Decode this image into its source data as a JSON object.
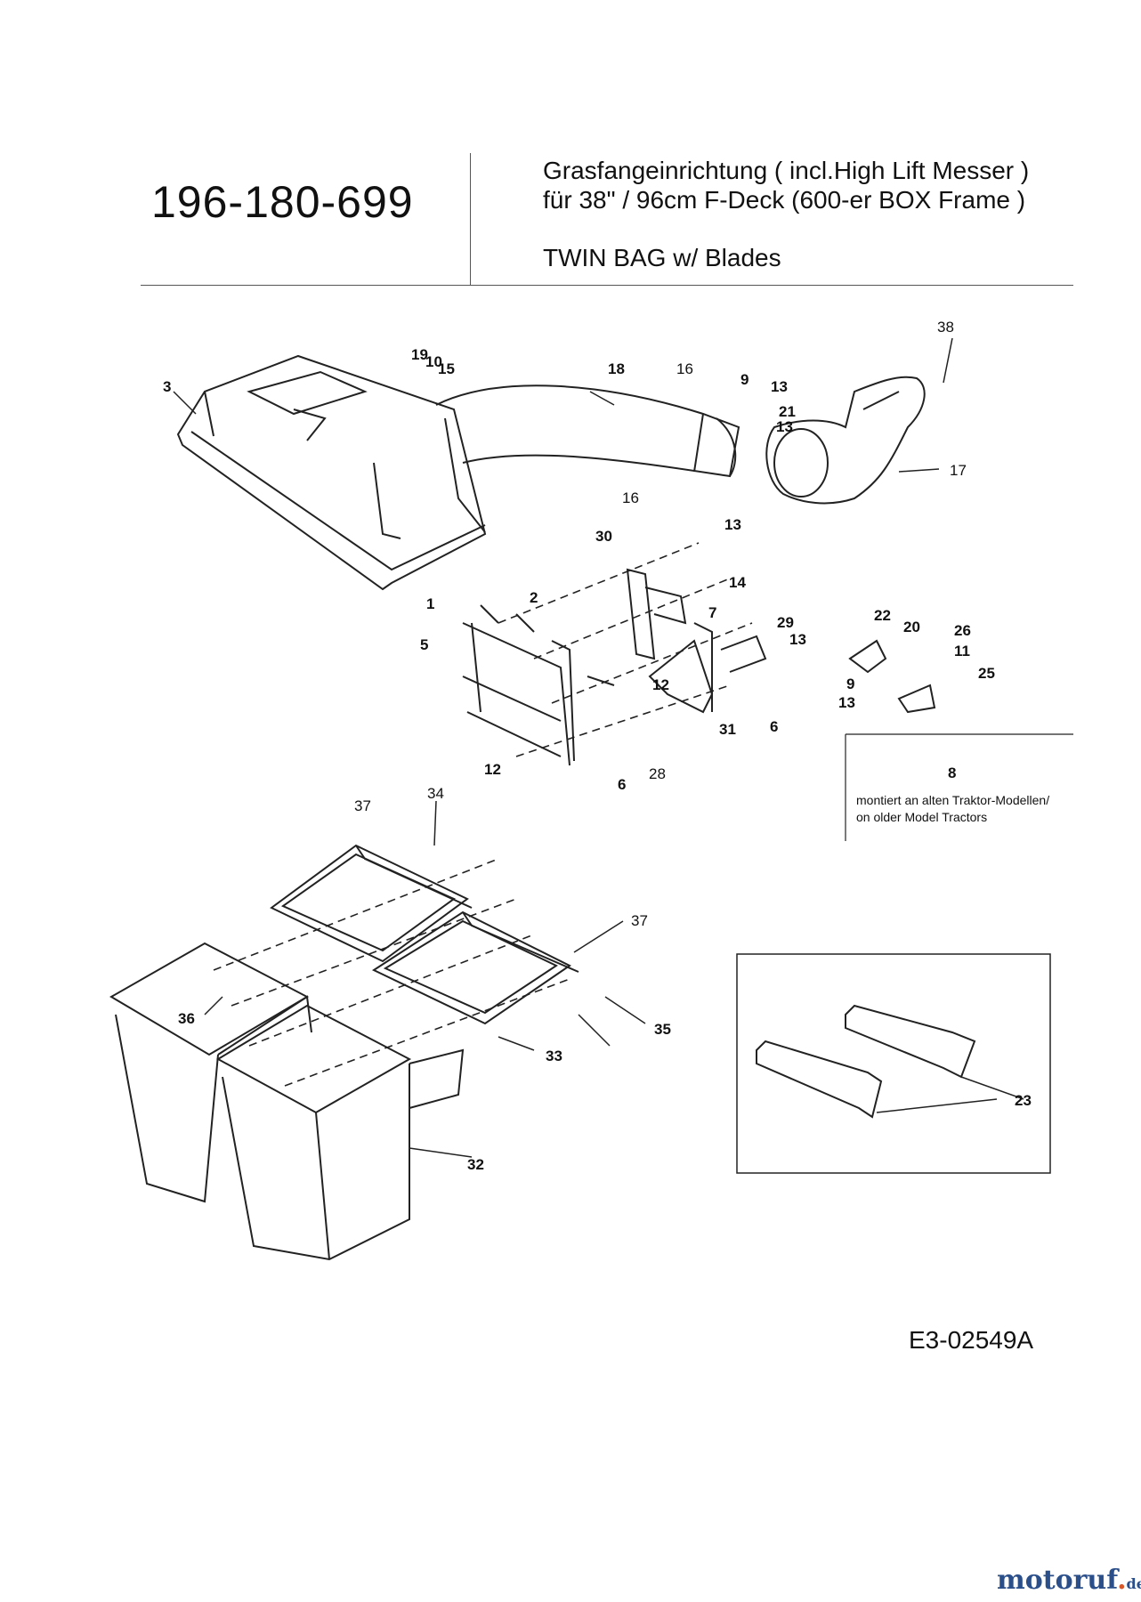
{
  "header": {
    "part_number": "196-180-699",
    "title_line1": "Grasfangeinrichtung ( incl.High Lift Messer )",
    "title_line2": "für 38\" / 96cm F-Deck (600-er BOX Frame )",
    "title_line3": "TWIN BAG w/ Blades"
  },
  "callouts": {
    "c1": "1",
    "c2": "2",
    "c3": "3",
    "c5": "5",
    "c6a": "6",
    "c6b": "6",
    "c7": "7",
    "c8": "8",
    "c9a": "9",
    "c9b": "9",
    "c10": "10",
    "c11": "11",
    "c12a": "12",
    "c12b": "12",
    "c13a": "13",
    "c13b": "13",
    "c13c": "13",
    "c13d": "13",
    "c13e": "13",
    "c14": "14",
    "c15": "15",
    "c16a": "16",
    "c16b": "16",
    "c17": "17",
    "c18": "18",
    "c19": "19",
    "c20": "20",
    "c21": "21",
    "c22": "22",
    "c23": "23",
    "c25": "25",
    "c26": "26",
    "c28": "28",
    "c29": "29",
    "c30": "30",
    "c31": "31",
    "c32": "32",
    "c33": "33",
    "c34": "34",
    "c35": "35",
    "c36": "36",
    "c37a": "37",
    "c37b": "37",
    "c38": "38"
  },
  "note": {
    "line1": "montiert an alten Traktor-Modellen/",
    "line2": "on older Model Tractors"
  },
  "drawing_ref": "E3-02549A",
  "watermark": {
    "brand": "motoruf",
    "tld": "de"
  }
}
